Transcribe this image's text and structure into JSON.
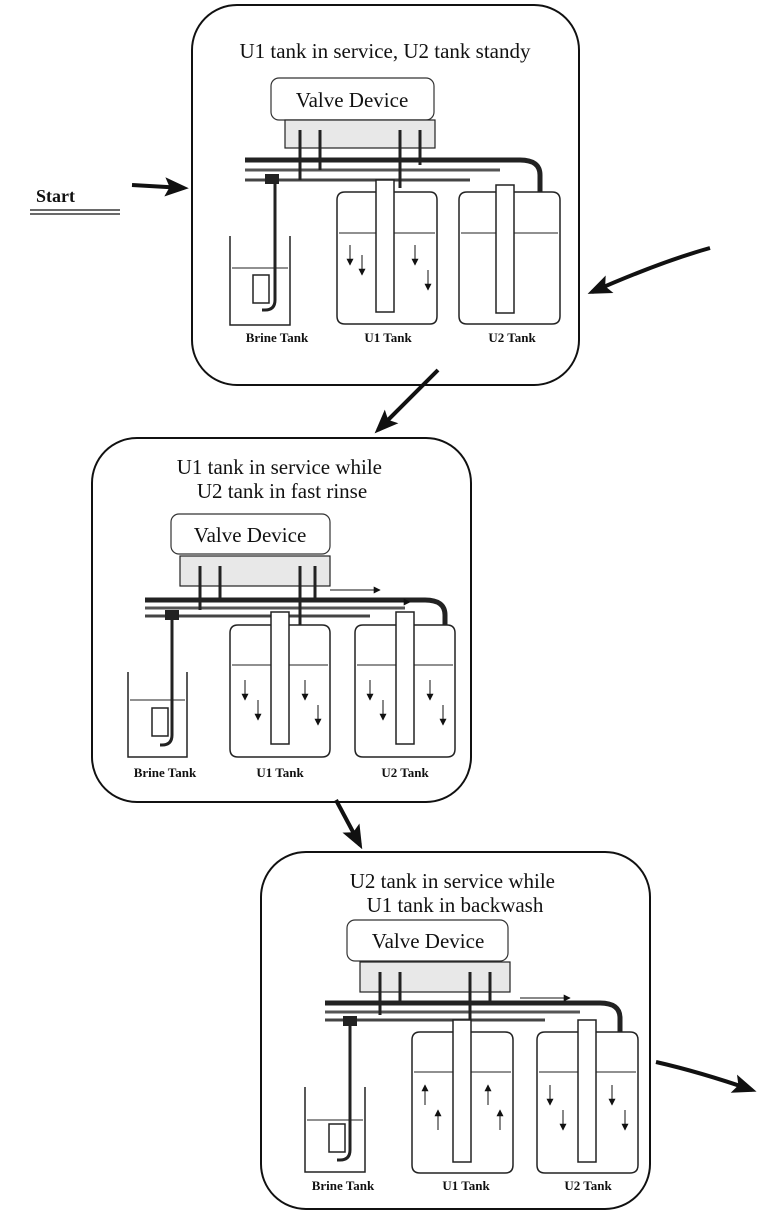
{
  "start_label": "Start",
  "stages": [
    {
      "title_lines": [
        "U1 tank in service, U2 tank standy"
      ],
      "valve_label": "Valve Device",
      "brine_label": "Brine Tank",
      "u1_label": "U1 Tank",
      "u2_label": "U2 Tank"
    },
    {
      "title_lines": [
        "U1 tank in service while",
        "U2 tank in fast rinse"
      ],
      "valve_label": "Valve Device",
      "brine_label": "Brine Tank",
      "u1_label": "U1 Tank",
      "u2_label": "U2 Tank"
    },
    {
      "title_lines": [
        "U2 tank in service while",
        "U1 tank in backwash"
      ],
      "valve_label": "Valve Device",
      "brine_label": "Brine Tank",
      "u1_label": "U1 Tank",
      "u2_label": "U2 Tank"
    }
  ]
}
